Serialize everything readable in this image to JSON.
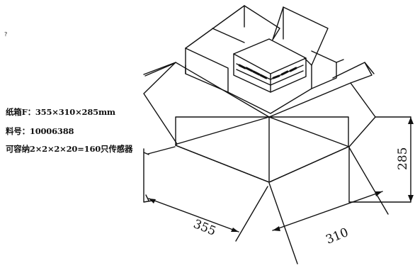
{
  "annotations": {
    "stray_mark": "?",
    "carton_spec": "纸箱F：355×310×285mm",
    "part_number": "料号：10006388",
    "capacity": "可容纳2×2×2×20=160只传感器"
  },
  "dimensions": {
    "length": "355",
    "width": "310",
    "height": "285"
  },
  "colors": {
    "line": "#111111",
    "background": "#ffffff"
  }
}
